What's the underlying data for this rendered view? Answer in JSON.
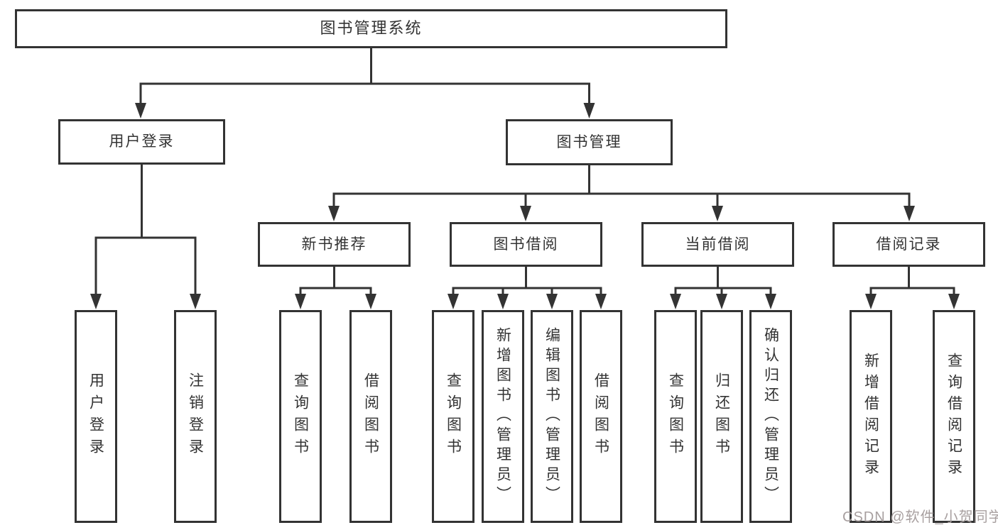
{
  "diagram": {
    "type": "tree",
    "title": "图书管理系统",
    "nodes": [
      {
        "id": "root",
        "label": "图书管理系统"
      },
      {
        "id": "user-login",
        "label": "用户登录"
      },
      {
        "id": "book-mgmt",
        "label": "图书管理"
      },
      {
        "id": "new-book-rec",
        "label": "新书推荐"
      },
      {
        "id": "book-borrow",
        "label": "图书借阅"
      },
      {
        "id": "current-borrow",
        "label": "当前借阅"
      },
      {
        "id": "borrow-records",
        "label": "借阅记录"
      },
      {
        "id": "leaf-user-login",
        "label": "用户登录"
      },
      {
        "id": "leaf-logout",
        "label": "注销登录"
      },
      {
        "id": "leaf-query-books-1",
        "label": "查询图书"
      },
      {
        "id": "leaf-borrow-books-1",
        "label": "借阅图书"
      },
      {
        "id": "leaf-query-books-2",
        "label": "查询图书"
      },
      {
        "id": "leaf-add-books",
        "label": "新增图书（管理员）"
      },
      {
        "id": "leaf-edit-books",
        "label": "编辑图书（管理员）"
      },
      {
        "id": "leaf-borrow-books-2",
        "label": "借阅图书"
      },
      {
        "id": "leaf-query-books-3",
        "label": "查询图书"
      },
      {
        "id": "leaf-return-books",
        "label": "归还图书"
      },
      {
        "id": "leaf-confirm-return",
        "label": "确认归还（管理员）"
      },
      {
        "id": "leaf-add-borrow-record",
        "label": "新增借阅记录"
      },
      {
        "id": "leaf-query-borrow-record",
        "label": "查询借阅记录"
      }
    ],
    "edges": [
      [
        "root",
        "user-login"
      ],
      [
        "root",
        "book-mgmt"
      ],
      [
        "user-login",
        "leaf-user-login"
      ],
      [
        "user-login",
        "leaf-logout"
      ],
      [
        "book-mgmt",
        "new-book-rec"
      ],
      [
        "book-mgmt",
        "book-borrow"
      ],
      [
        "book-mgmt",
        "current-borrow"
      ],
      [
        "book-mgmt",
        "borrow-records"
      ],
      [
        "new-book-rec",
        "leaf-query-books-1"
      ],
      [
        "new-book-rec",
        "leaf-borrow-books-1"
      ],
      [
        "book-borrow",
        "leaf-query-books-2"
      ],
      [
        "book-borrow",
        "leaf-add-books"
      ],
      [
        "book-borrow",
        "leaf-edit-books"
      ],
      [
        "book-borrow",
        "leaf-borrow-books-2"
      ],
      [
        "current-borrow",
        "leaf-query-books-3"
      ],
      [
        "current-borrow",
        "leaf-return-books"
      ],
      [
        "current-borrow",
        "leaf-confirm-return"
      ],
      [
        "borrow-records",
        "leaf-add-borrow-record"
      ],
      [
        "borrow-records",
        "leaf-query-borrow-record"
      ]
    ],
    "watermark": {
      "text": "CSDN @软件_小贺同学"
    },
    "colors": {
      "line": "#333333",
      "text": "#333333",
      "box_background": "#ffffff",
      "page_background": "#ffffff",
      "watermark": "#a8a0a0"
    }
  }
}
